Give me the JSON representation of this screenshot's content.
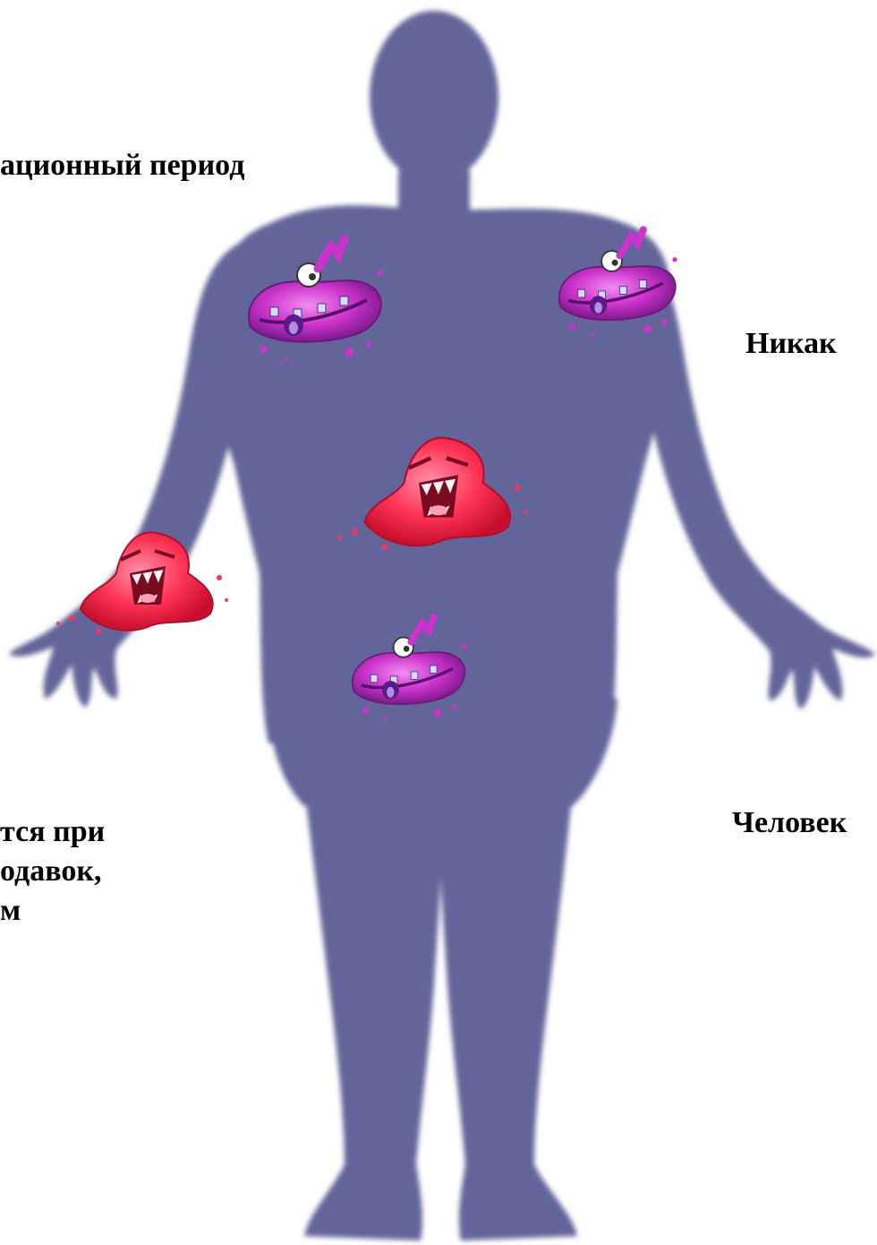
{
  "captions": {
    "top_left": "ационный период",
    "right_upper": "Никак",
    "bottom_left": [
      "тся при",
      "одавок,",
      "м"
    ],
    "right_lower": "Человек"
  },
  "colors": {
    "silhouette": "#64659a",
    "bacterium_purple": "#cc33cc",
    "bacterium_red": "#ff3355"
  },
  "icons": {
    "figure": "human-silhouette-icon",
    "microbe_purple": "purple-bacterium-icon",
    "microbe_red": "red-bacterium-icon"
  }
}
